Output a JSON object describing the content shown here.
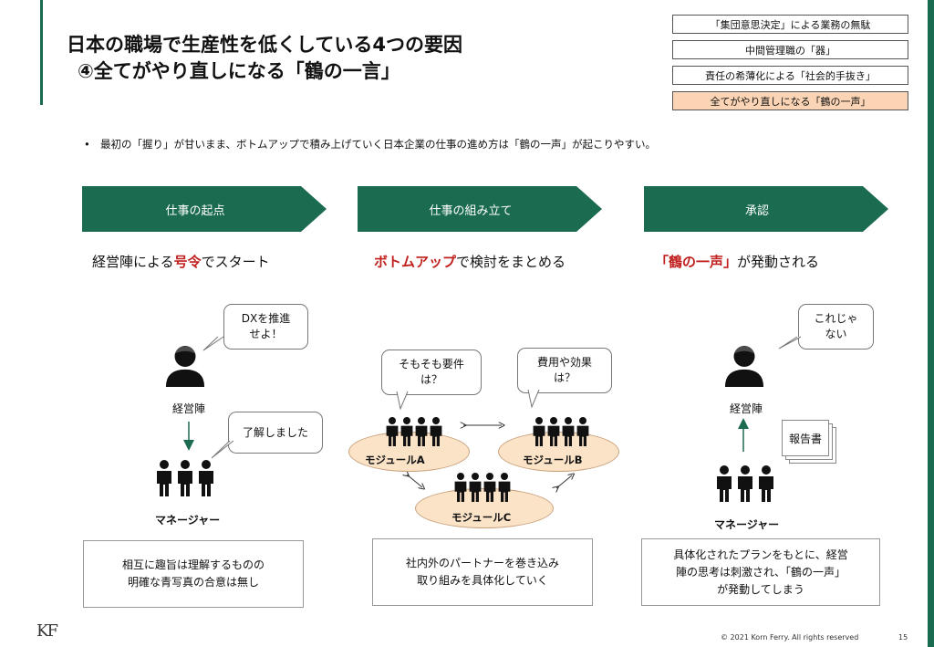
{
  "title": {
    "line1": "日本の職場で生産性を低くしている4つの要因",
    "line2": "④全てがやり直しになる「鶴の一言」"
  },
  "nav": {
    "items": [
      "「集団意思決定」による業務の無駄",
      "中間管理職の「器」",
      "責任の希薄化による「社会的手抜き」",
      "全てがやり直しになる「鶴の一声」"
    ],
    "active_index": 3
  },
  "bullet": {
    "marker": "•",
    "text": "最初の「握り」が甘いまま、ボトムアップで積み上げていく日本企業の仕事の進め方は「鶴の一声」が起こりやすい。"
  },
  "steps": [
    {
      "label": "仕事の起点",
      "heading_pre": "経営陣による",
      "heading_red": "号令",
      "heading_post": "でスタート",
      "box": [
        "相互に趣旨は理解するものの",
        "明確な青写真の合意は無し"
      ]
    },
    {
      "label": "仕事の組み立て",
      "heading_pre": "",
      "heading_red": "ボトムアップ",
      "heading_post": "で検討をまとめる",
      "box": [
        "社内外のパートナーを巻き込み",
        "取り組みを具体化していく"
      ]
    },
    {
      "label": "承認",
      "heading_pre": "",
      "heading_red": "「鶴の一声」",
      "heading_post": "が発動される",
      "box": [
        "具体化されたプランをもとに、経営",
        "陣の思考は刺激され、「鶴の一声」",
        "が発動してしまう"
      ]
    }
  ],
  "col1": {
    "bubble_exec": [
      "DXを推進",
      "せよ！"
    ],
    "exec_label": "経営陣",
    "bubble_mgr": "了解しました",
    "mgr_label": "マネージャー"
  },
  "col2": {
    "bubble_a": [
      "そもそも要件",
      "は？"
    ],
    "bubble_b": [
      "費用や効果",
      "は？"
    ],
    "module_a": "モジュールA",
    "module_b": "モジュールB",
    "module_c": "モジュールC"
  },
  "col3": {
    "bubble_exec": [
      "これじゃ",
      "ない"
    ],
    "exec_label": "経営陣",
    "report": "報告書",
    "mgr_label": "マネージャー"
  },
  "footer": {
    "copyright": "© 2021 Korn Ferry. All rights reserved",
    "page": "15",
    "logo": "KF"
  },
  "colors": {
    "brand_green": "#1b6b51",
    "accent_red": "#c0201e",
    "active_nav": "#fad4b4",
    "module_fill": "#fbe3c8"
  }
}
